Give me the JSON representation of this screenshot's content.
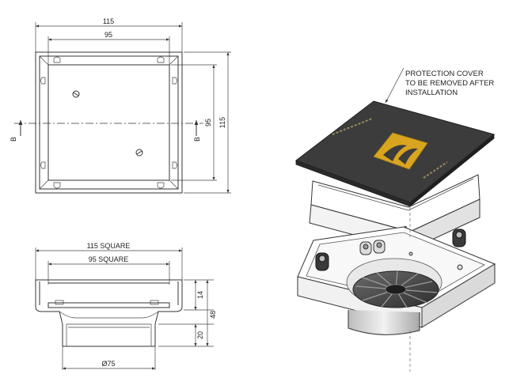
{
  "top_view": {
    "outer_width": "115",
    "inner_width": "95",
    "inner_height": "95",
    "outer_height": "115",
    "section_left": "B",
    "section_right": "B"
  },
  "side_view": {
    "outer_label": "115 SQUARE",
    "inner_label": "95 SQUARE",
    "height_top": "14",
    "height_total": "48",
    "height_outlet": "20",
    "outlet_diameter": "Ø75"
  },
  "iso_view": {
    "callout_line1": "PROTECTION COVER",
    "callout_line2": "TO BE REMOVED AFTER",
    "callout_line3": "INSTALLATION",
    "cover_color": "#3c3c3c",
    "logo_color": "#d9a520"
  }
}
